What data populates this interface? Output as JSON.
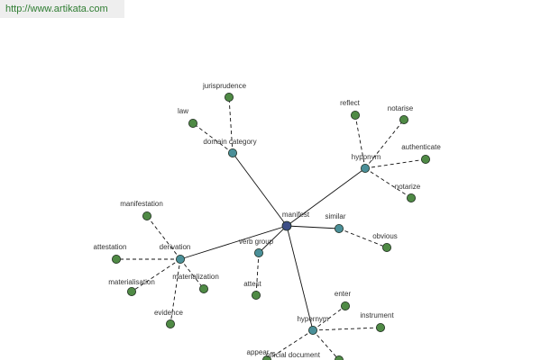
{
  "header": {
    "url": "http://www.artikata.com"
  },
  "graph": {
    "colors": {
      "center": "#3d4f86",
      "relation": "#4a8f98",
      "term": "#4f8a45",
      "edge": "#111111"
    },
    "nodes": {
      "manifest": {
        "label": "manifest",
        "kind": "center"
      },
      "domain_category": {
        "label": "domain category",
        "kind": "relation"
      },
      "hyponym": {
        "label": "hyponym",
        "kind": "relation"
      },
      "similar": {
        "label": "similar",
        "kind": "relation"
      },
      "verb_group": {
        "label": "verb group",
        "kind": "relation"
      },
      "derivation": {
        "label": "derivation",
        "kind": "relation"
      },
      "hypernym": {
        "label": "hypernym",
        "kind": "relation"
      },
      "jurisprudence": {
        "label": "jurisprudence",
        "kind": "term"
      },
      "law": {
        "label": "law",
        "kind": "term"
      },
      "reflect": {
        "label": "reflect",
        "kind": "term"
      },
      "notarise": {
        "label": "notarise",
        "kind": "term"
      },
      "authenticate": {
        "label": "authenticate",
        "kind": "term"
      },
      "notarize": {
        "label": "notarize",
        "kind": "term"
      },
      "obvious": {
        "label": "obvious",
        "kind": "term"
      },
      "attest": {
        "label": "attest",
        "kind": "term"
      },
      "manifestation": {
        "label": "manifestation",
        "kind": "term"
      },
      "attestation": {
        "label": "attestation",
        "kind": "term"
      },
      "materialisation": {
        "label": "materialisation",
        "kind": "term"
      },
      "materialization": {
        "label": "materialization",
        "kind": "term"
      },
      "evidence": {
        "label": "evidence",
        "kind": "term"
      },
      "enter": {
        "label": "enter",
        "kind": "term"
      },
      "instrument": {
        "label": "instrument",
        "kind": "term"
      },
      "appear": {
        "label": "appear",
        "kind": "term"
      },
      "official_document": {
        "label": "official document",
        "kind": "term"
      }
    }
  }
}
